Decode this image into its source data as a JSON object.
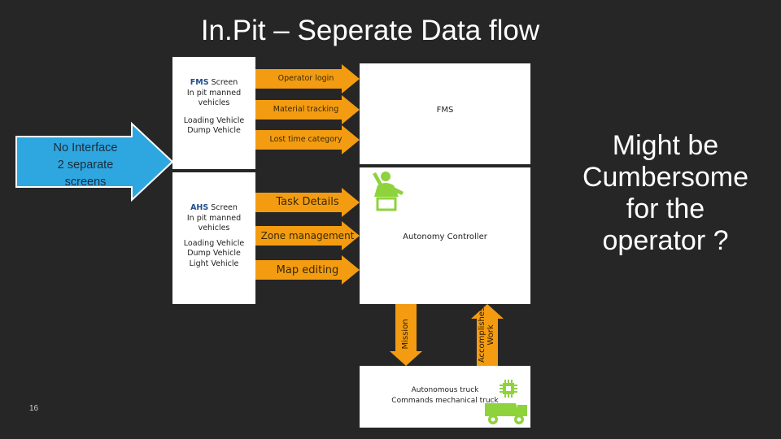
{
  "title": "In.Pit – Seperate Data flow",
  "fms_panel": {
    "brand": "FMS",
    "heading_rest": " Screen",
    "line2": "In pit manned",
    "line3": "vehicles",
    "equipment": [
      "Loading Vehicle",
      "Dump Vehicle"
    ]
  },
  "ahs_panel": {
    "brand": "AHS",
    "heading_rest": " Screen",
    "line2": "In pit manned",
    "line3": "vehicles",
    "equipment": [
      "Loading Vehicle",
      "Dump Vehicle",
      "Light Vehicle"
    ]
  },
  "fms_arrows": [
    "Operator login",
    "Material tracking",
    "Lost time category"
  ],
  "ahs_arrows": [
    "Task Details",
    "Zone management",
    "Map editing"
  ],
  "fms_box_label": "FMS",
  "autonomy_box_label": "Autonomy Controller",
  "truck_box": {
    "line1": "Autonomous truck",
    "line2": "Commands mechanical truck"
  },
  "mission_label": "Mission",
  "accomplished_label": [
    "Accomplishes",
    "Work"
  ],
  "callout": [
    "No Interface",
    "2 separate",
    "screens"
  ],
  "side_note": [
    "Might be",
    "Cumbersome",
    "for the",
    "operator ?"
  ],
  "slide_number": "16",
  "colors": {
    "background": "#262626",
    "arrow_orange": "#f39c12",
    "callout_blue": "#2ea7e0",
    "icon_green": "#8ed33c"
  }
}
